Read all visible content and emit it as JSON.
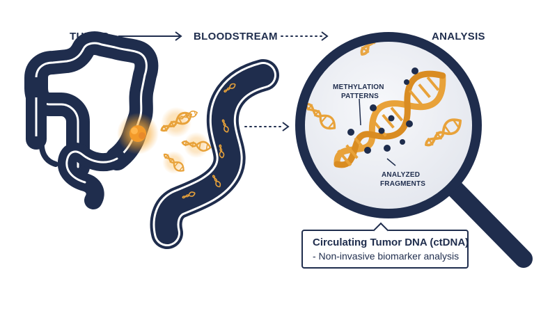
{
  "stages": {
    "tumor": "TUMOR",
    "bloodstream": "BLOODSTREAM",
    "analysis": "ANALYSIS"
  },
  "magnifier_labels": {
    "methylation_line1": "METHYLATION",
    "methylation_line2": "PATTERNS",
    "fragments_line1": "ANALYZED",
    "fragments_line2": "FRAGMENTS"
  },
  "caption": {
    "title": "Circulating Tumor DNA (ctDNA)",
    "subtitle": "- Non-invasive biomarker analysis"
  },
  "colors": {
    "navy": "#1f2d4d",
    "orange": "#e8a23a",
    "glow": "#f6b443",
    "lens": "#eef0f4"
  },
  "icons": [
    "colon-icon",
    "tumor-icon",
    "dna-fragment-icon",
    "blood-vessel-icon",
    "magnifying-glass-icon",
    "dna-helix-icon"
  ]
}
